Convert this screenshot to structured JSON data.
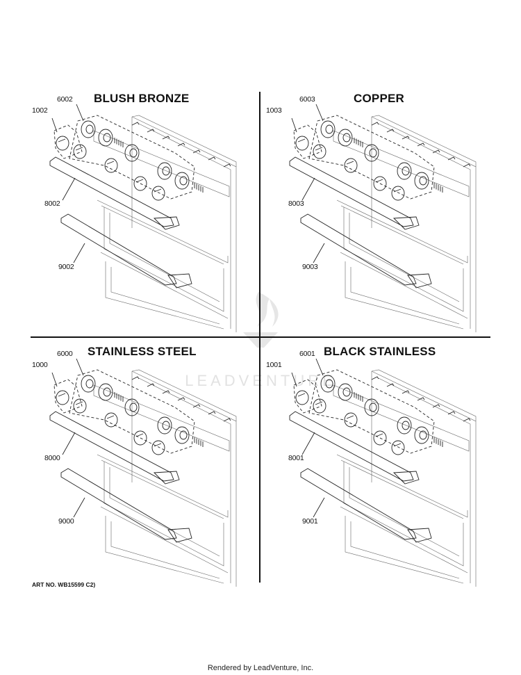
{
  "watermark": {
    "text": "LEADVENTURE"
  },
  "quadrants": [
    {
      "title": "BLUSH BRONZE",
      "knob_small": "1002",
      "knob_large": "6002",
      "handle_upper": "8002",
      "handle_lower": "9002"
    },
    {
      "title": "COPPER",
      "knob_small": "1003",
      "knob_large": "6003",
      "handle_upper": "8003",
      "handle_lower": "9003"
    },
    {
      "title": "STAINLESS STEEL",
      "knob_small": "1000",
      "knob_large": "6000",
      "handle_upper": "8000",
      "handle_lower": "9000"
    },
    {
      "title": "BLACK STAINLESS",
      "knob_small": "1001",
      "knob_large": "6001",
      "handle_upper": "8001",
      "handle_lower": "9001"
    }
  ],
  "art_number": "ART NO. WB15599 C2)",
  "footer": "Rendered by LeadVenture, Inc."
}
